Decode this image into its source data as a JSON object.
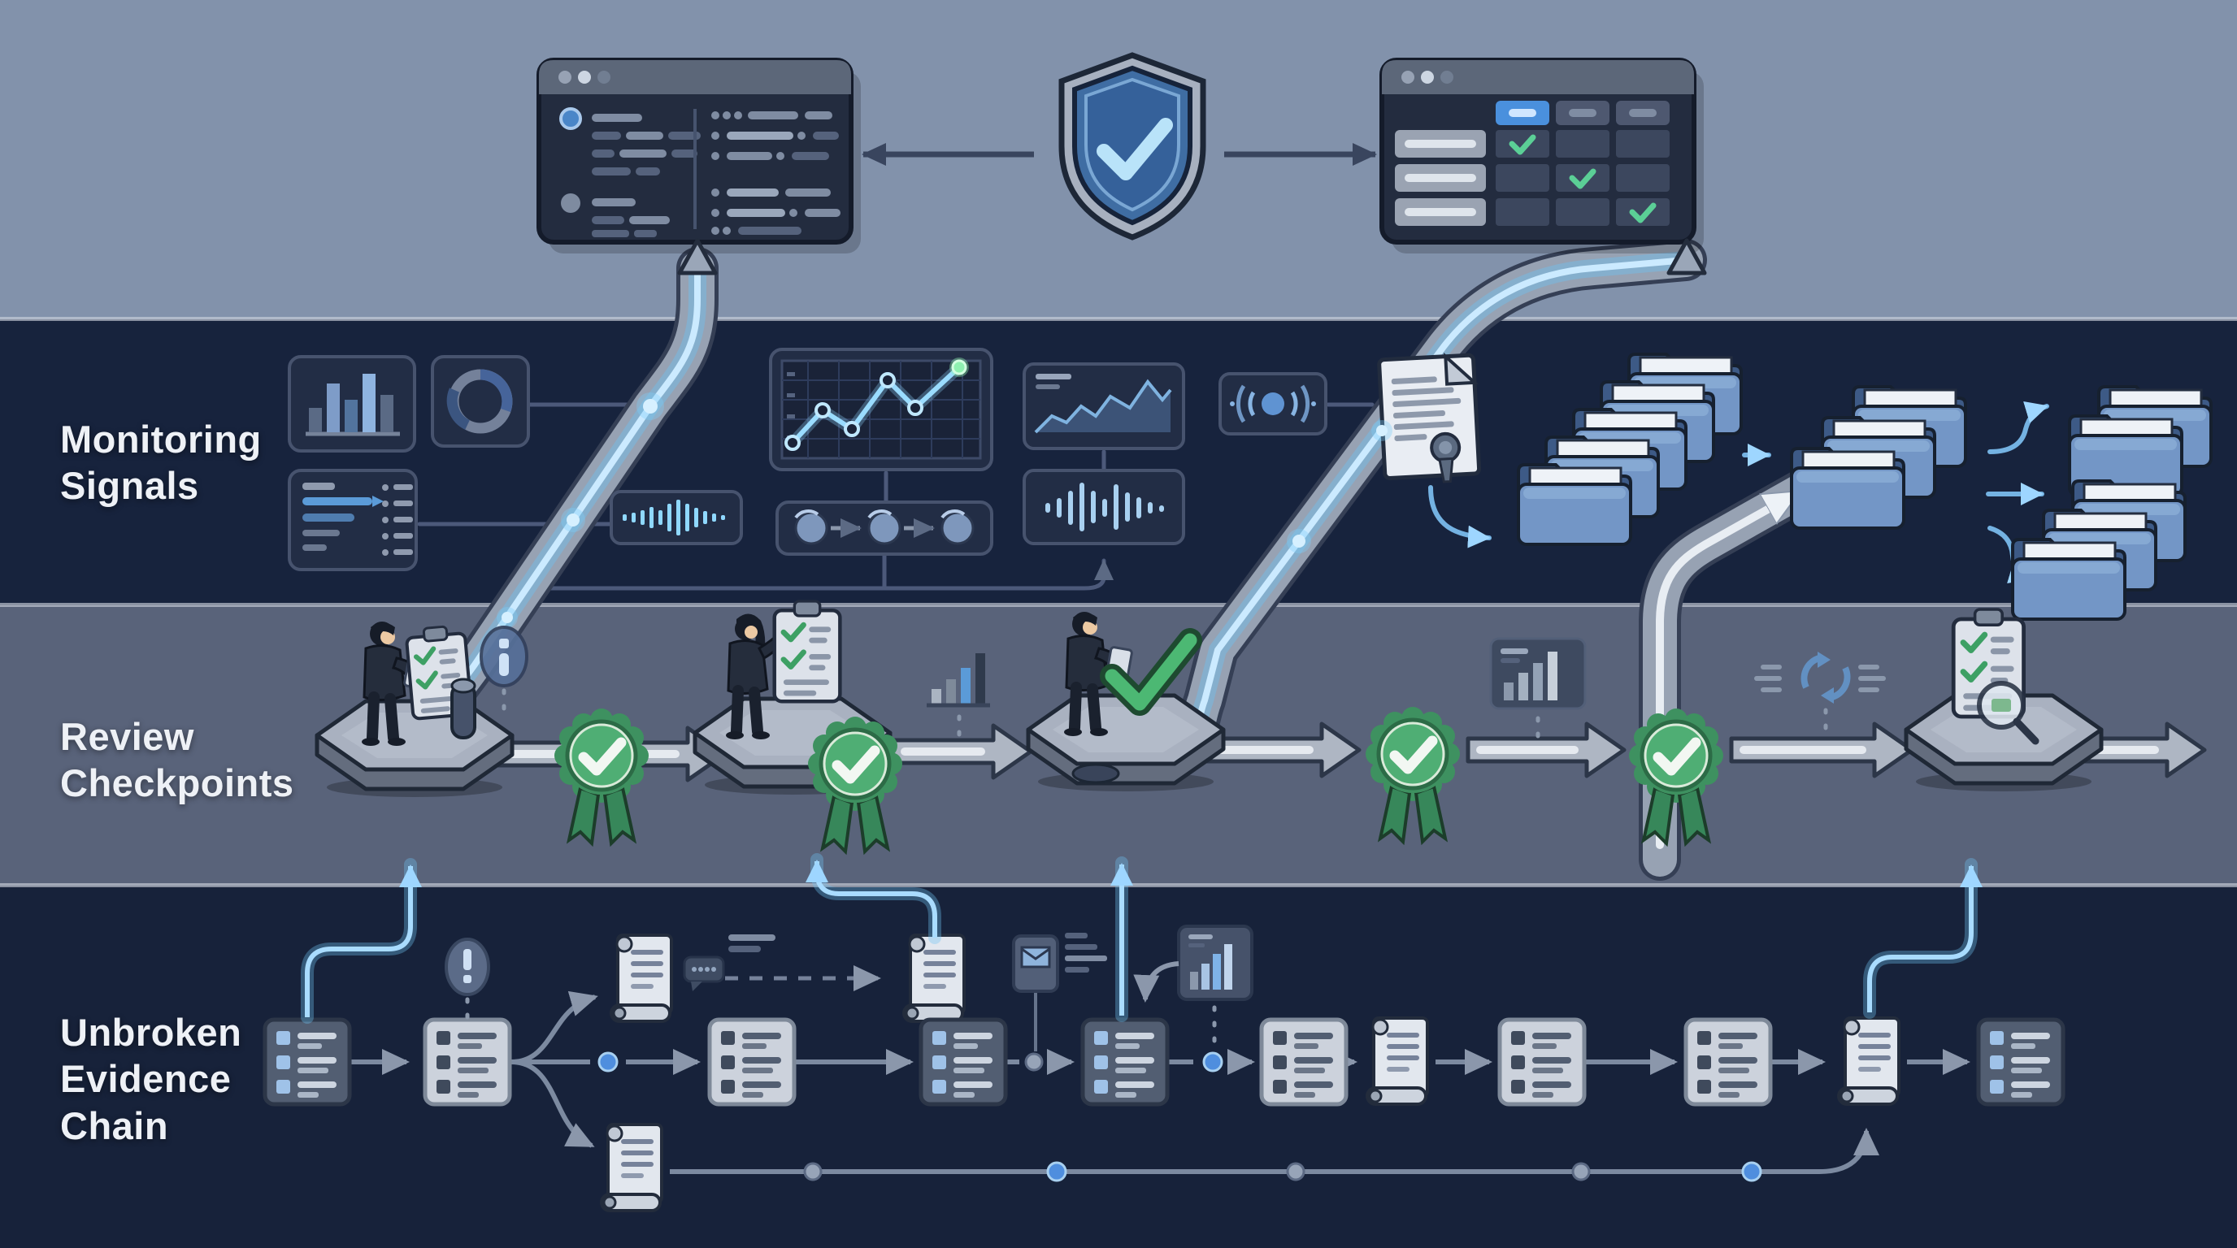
{
  "labels": {
    "monitoring": "Monitoring\nSignals",
    "review": "Review\nCheckpoints",
    "evidence": "Unbroken\nEvidence\nChain"
  },
  "palette": {
    "top_band": "#8292ab",
    "monitoring_band": "#17233d",
    "review_band": "#59637a",
    "evidence_band": "#17223a",
    "pipe_gray": "#97a2b3",
    "signal_blue": "#a9dcff",
    "glow_blue": "#6cc4f4",
    "badge_green": "#4fae74",
    "check_green": "#5bcf96",
    "folder_blue": "#7396c6",
    "selected_header_blue": "#4a90dd",
    "card_light": "#ccd2dc",
    "card_dark": "#525e72",
    "label_text": "#eef1f6"
  },
  "top_band": {
    "log_window": {
      "icon": "code-log-window",
      "title_dots": 3,
      "columns": 2,
      "bullets": [
        "blue",
        "gray"
      ]
    },
    "shield": {
      "icon": "shield-check",
      "check": true
    },
    "matrix_window": {
      "icon": "table-window",
      "title_dots": 3,
      "header_tabs": 3,
      "selected_tab_index": 0,
      "rows": 3,
      "checked_cells": [
        [
          0,
          0
        ],
        [
          1,
          1
        ],
        [
          2,
          2
        ]
      ]
    }
  },
  "monitoring": {
    "widgets": [
      "bar-chart",
      "donut-chart",
      "metric-list",
      "audio-waveform",
      "line-chart",
      "process-steps",
      "area-chart",
      "equalizer-waveform",
      "broadcast-signal",
      "certificate-document",
      "folder-stack-5",
      "folder-stack-3",
      "folder-stack-2",
      "folder-stack-3"
    ]
  },
  "review": {
    "checkpoints": [
      {
        "type": "reviewer-platform",
        "person": true,
        "props": [
          "clipboard-checklist",
          "microphone"
        ]
      },
      {
        "type": "approval-badge"
      },
      {
        "type": "reviewer-platform",
        "person": true,
        "props": [
          "clipboard-checklist"
        ]
      },
      {
        "type": "approval-badge"
      },
      {
        "type": "reviewer-platform",
        "person": true,
        "props": [
          "tablet",
          "green-check",
          "button"
        ]
      },
      {
        "type": "approval-badge"
      },
      {
        "type": "approval-badge"
      },
      {
        "type": "audit-platform",
        "person": false,
        "props": [
          "clipboard-magnifier"
        ]
      }
    ],
    "floating_icons": [
      "info-marker",
      "mini-bar-chart",
      "bar-chart-panel",
      "sync-arrows"
    ]
  },
  "evidence": {
    "nodes": [
      {
        "type": "list-card",
        "variant": "dark",
        "annotation": "signal-up"
      },
      {
        "type": "list-card",
        "variant": "light",
        "annotation": "alert"
      },
      {
        "type": "scroll-document",
        "branch": "top",
        "annotation": "comment"
      },
      {
        "type": "scroll-document",
        "branch": "bottom"
      },
      {
        "type": "list-card",
        "variant": "light"
      },
      {
        "type": "scroll-document",
        "annotation": "signal-up"
      },
      {
        "type": "list-card",
        "variant": "dark"
      },
      {
        "type": "list-card",
        "variant": "dark",
        "annotation": "mail"
      },
      {
        "type": "list-card",
        "variant": "light",
        "annotation": "mini-bar-panel"
      },
      {
        "type": "scroll-document"
      },
      {
        "type": "list-card",
        "variant": "light"
      },
      {
        "type": "list-card",
        "variant": "light"
      },
      {
        "type": "scroll-document",
        "annotation": "signal-up"
      },
      {
        "type": "list-card",
        "variant": "dark"
      }
    ],
    "connector_dots": {
      "main_line": [
        "blue",
        "gray",
        "blue"
      ],
      "lower_line": [
        "gray",
        "blue",
        "gray",
        "gray",
        "blue"
      ]
    }
  }
}
